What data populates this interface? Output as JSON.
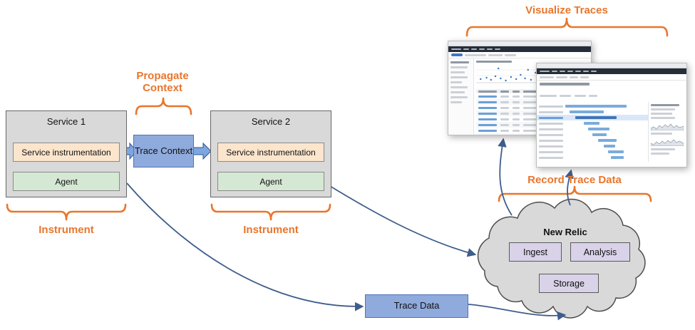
{
  "labels": {
    "visualize": "Visualize Traces",
    "record": "Record Trace Data",
    "propagate": "Propagate Context",
    "instrument1": "Instrument",
    "instrument2": "Instrument"
  },
  "service1": {
    "title": "Service 1",
    "instrumentation": "Service instrumentation",
    "agent": "Agent"
  },
  "service2": {
    "title": "Service 2",
    "instrumentation": "Service instrumentation",
    "agent": "Agent"
  },
  "trace_context": "Trace Context",
  "trace_data": "Trace Data",
  "cloud": {
    "title": "New Relic",
    "ingest": "Ingest",
    "analysis": "Analysis",
    "storage": "Storage"
  },
  "colors": {
    "accent_orange": "#E8762D",
    "box_blue": "#8FAADC",
    "box_green": "#D5E8D4",
    "box_peach": "#FCE5CD",
    "box_purple": "#D9D2E9",
    "service_gray": "#D9D9D9",
    "cloud_gray": "#D9D9D9",
    "arrow_blue": "#3F5D8C"
  }
}
